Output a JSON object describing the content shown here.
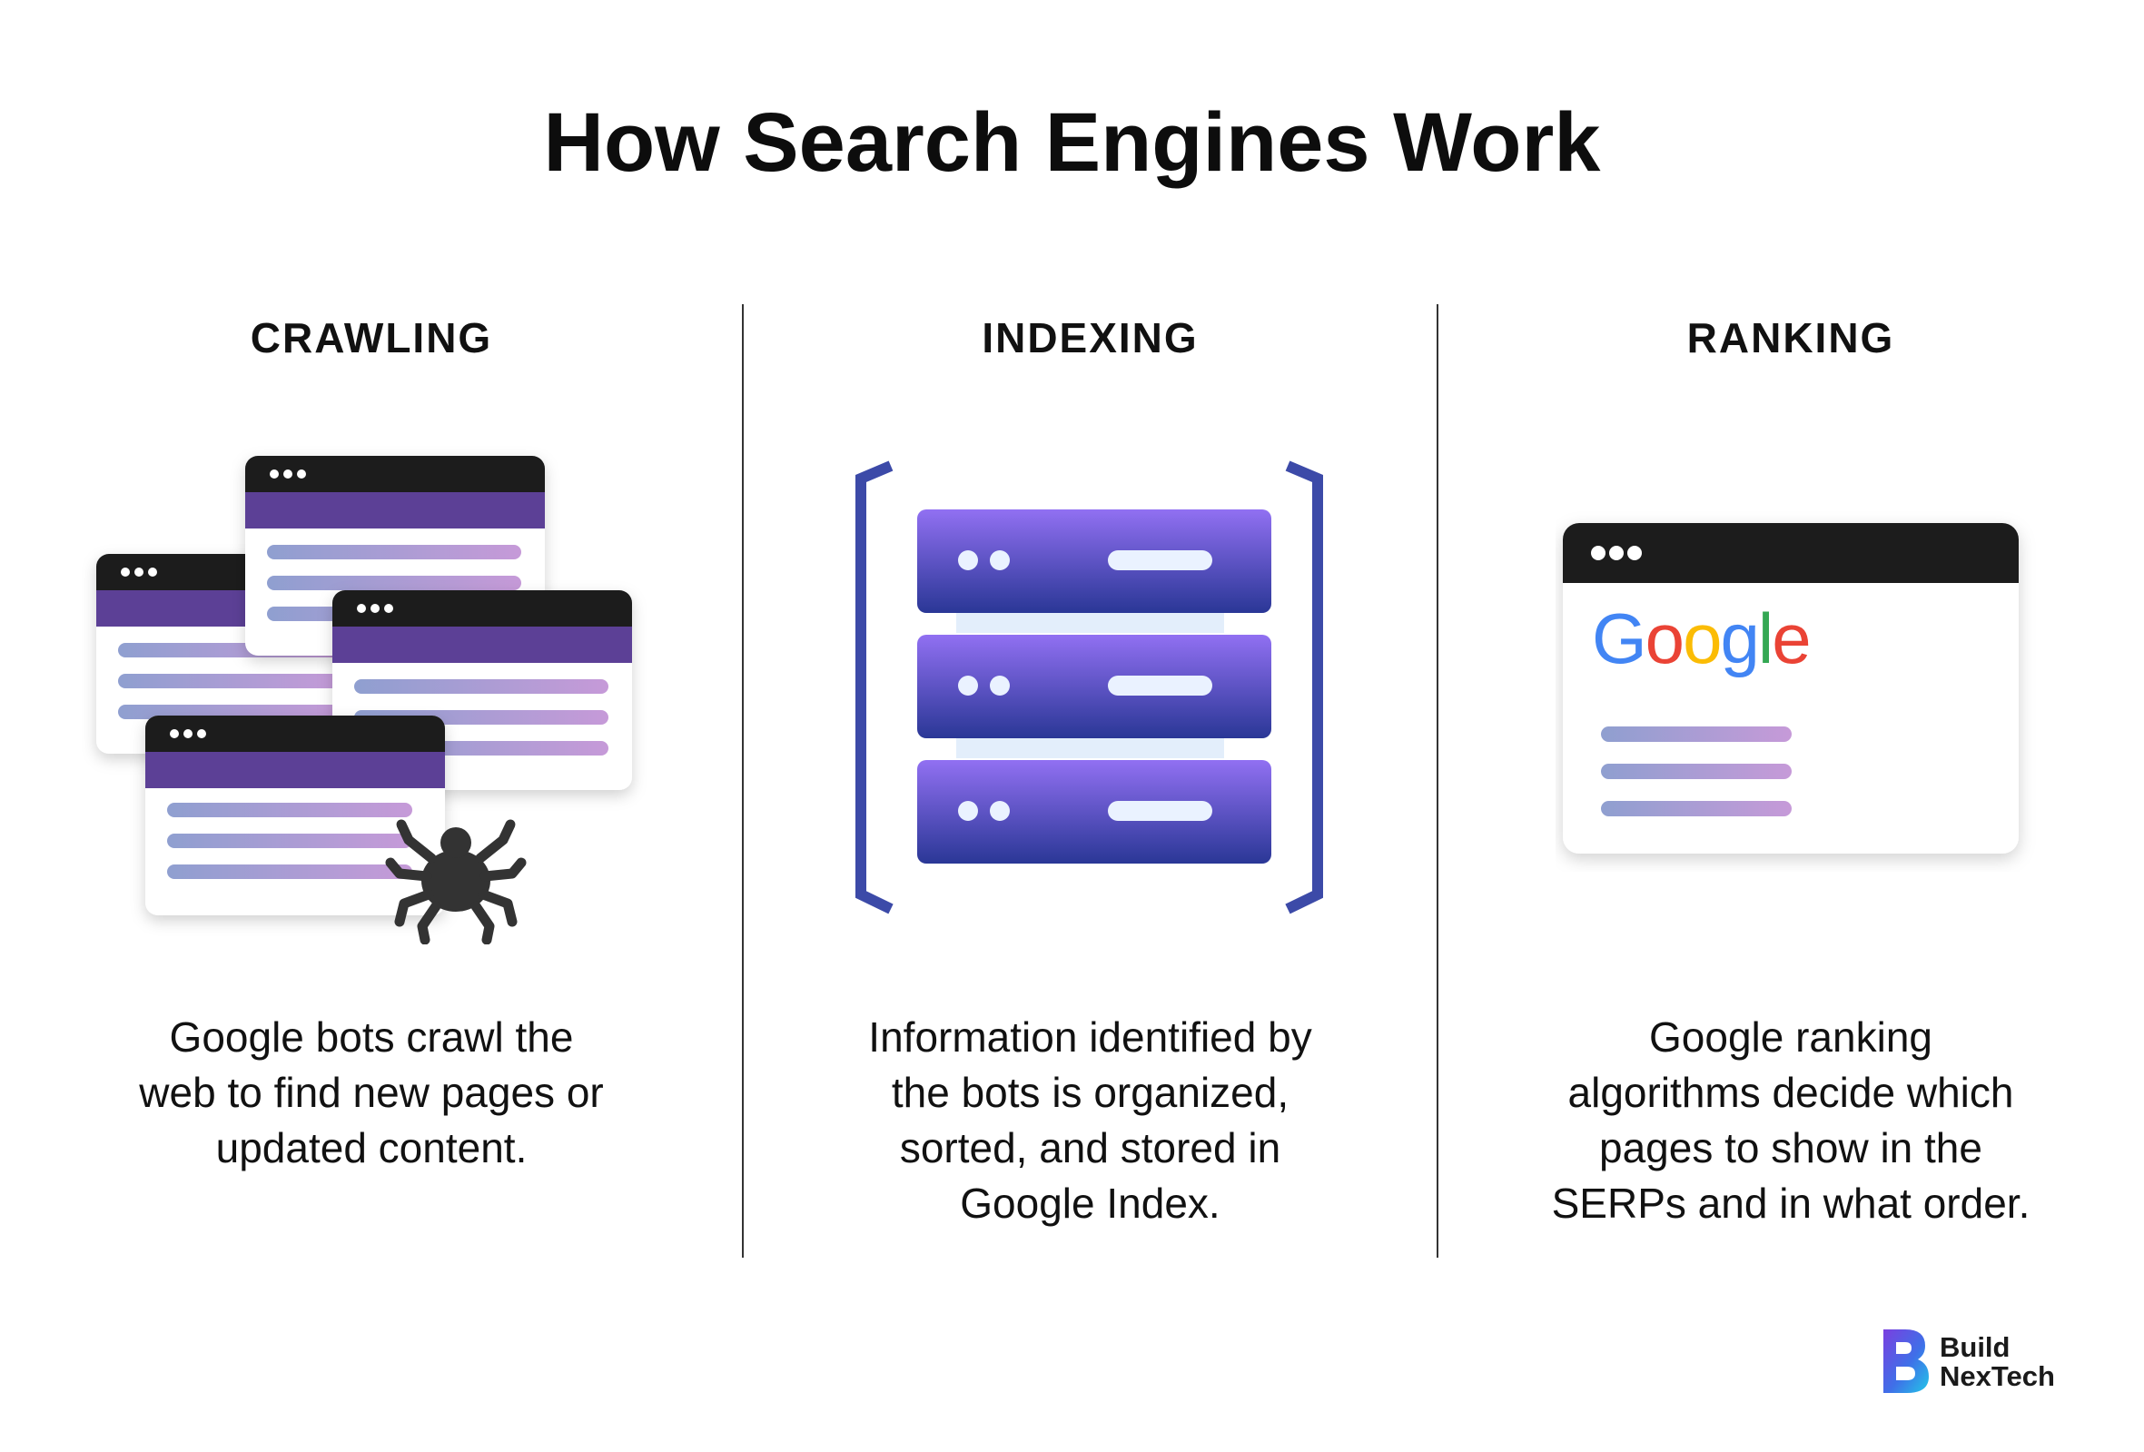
{
  "title": "How Search Engines Work",
  "steps": [
    {
      "heading": "CRAWLING",
      "description_lines": [
        "Google bots crawl the",
        "web to find new pages or",
        "updated content."
      ],
      "icons": [
        "browser-window-icon",
        "spider-icon"
      ]
    },
    {
      "heading": "INDEXING",
      "description_lines": [
        "Information identified by",
        "the bots is organized,",
        "sorted, and stored in",
        "Google Index."
      ],
      "icons": [
        "server-stack-icon",
        "bracket-icon"
      ]
    },
    {
      "heading": "RANKING",
      "description_lines": [
        "Google ranking",
        "algorithms decide which",
        "pages to show in the",
        "SERPs and in what order."
      ],
      "google_logo": "Google",
      "icons": [
        "browser-window-icon",
        "google-logo"
      ]
    }
  ],
  "brand": {
    "line1": "Build",
    "line2": "NexTech"
  },
  "colors": {
    "window_bar": "#1e1e1e",
    "window_purple": "#5b3f96",
    "server_top": "#8f6ff0",
    "server_bottom": "#2d3a9a",
    "bracket": "#3c4aa8",
    "google_blue": "#4285F4",
    "google_red": "#EA4335",
    "google_yellow": "#FBBC05",
    "google_green": "#34A853"
  }
}
